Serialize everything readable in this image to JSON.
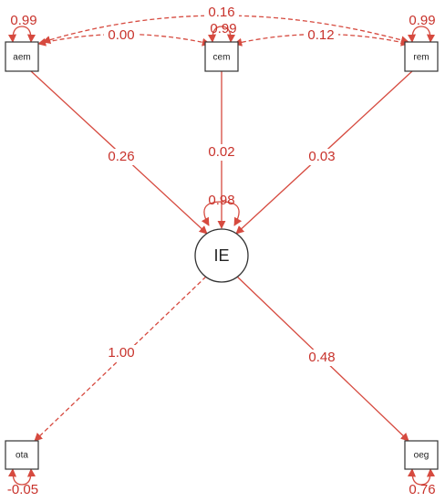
{
  "colors": {
    "edge": "#d64a3f",
    "label": "#c8322b",
    "node_border": "#333333"
  },
  "nodes": {
    "aem": {
      "label": "aem",
      "variance": "0.99"
    },
    "cem": {
      "label": "cem",
      "variance": "0.99"
    },
    "rem": {
      "label": "rem",
      "variance": "0.99"
    },
    "ie": {
      "label": "IE",
      "variance": "0.98"
    },
    "ota": {
      "label": "ota",
      "variance": "-0.05"
    },
    "oeg": {
      "label": "oeg",
      "variance": "0.76"
    }
  },
  "covariances": {
    "aem_cem": "0.00",
    "cem_rem": "0.12",
    "aem_rem": "0.16"
  },
  "paths": {
    "aem_ie": "0.26",
    "cem_ie": "0.02",
    "rem_ie": "0.03",
    "ie_ota": "1.00",
    "ie_oeg": "0.48"
  }
}
